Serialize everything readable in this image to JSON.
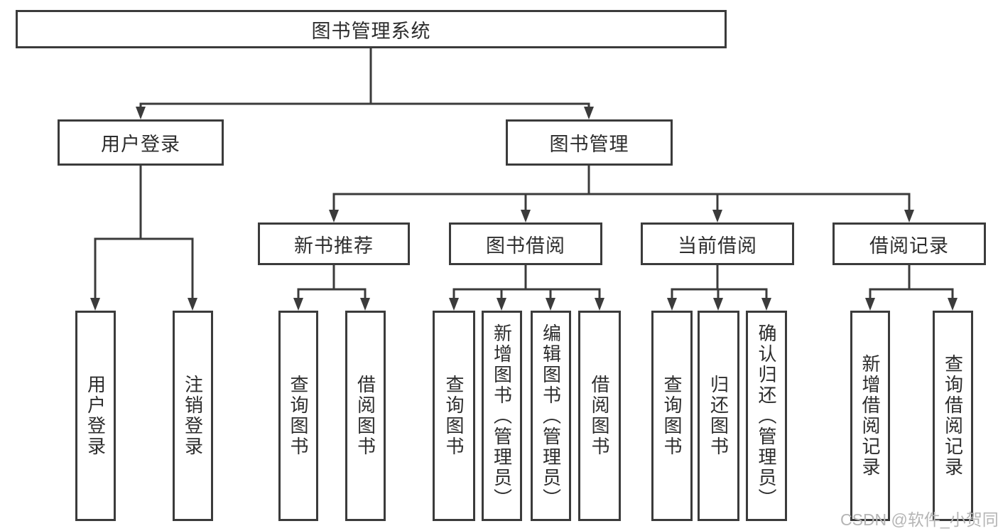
{
  "diagram": {
    "root": {
      "label": "图书管理系统"
    },
    "branches": [
      {
        "label": "用户登录",
        "children": [
          {
            "label": "用户登录"
          },
          {
            "label": "注销登录"
          }
        ]
      },
      {
        "label": "图书管理",
        "children": [
          {
            "label": "新书推荐",
            "children": [
              {
                "label": "查询图书"
              },
              {
                "label": "借阅图书"
              }
            ]
          },
          {
            "label": "图书借阅",
            "children": [
              {
                "label": "查询图书"
              },
              {
                "label": "新增图书（管理员）"
              },
              {
                "label": "编辑图书（管理员）"
              },
              {
                "label": "借阅图书"
              }
            ]
          },
          {
            "label": "当前借阅",
            "children": [
              {
                "label": "查询图书"
              },
              {
                "label": "归还图书"
              },
              {
                "label": "确认归还（管理员）"
              }
            ]
          },
          {
            "label": "借阅记录",
            "children": [
              {
                "label": "新增借阅记录"
              },
              {
                "label": "查询借阅记录"
              }
            ]
          }
        ]
      }
    ]
  },
  "colors": {
    "line": "#3b3b3b",
    "text": "#2d2d2d",
    "watermark_text": "#b5b5b5",
    "background": "#ffffff"
  },
  "watermark": {
    "text": "CSDN @软件_小贺同学"
  }
}
